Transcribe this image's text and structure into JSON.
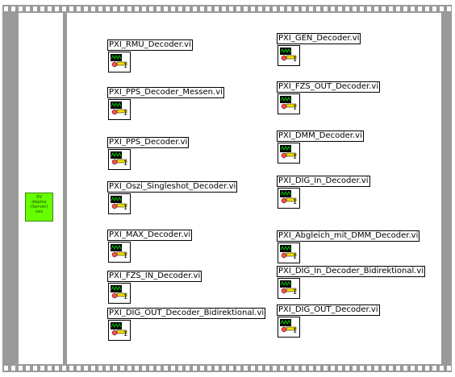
{
  "frame": {
    "sv_node": {
      "line1": "SV",
      "line2": "deploy",
      "line3": "(Server)",
      "line4": "sxs"
    }
  },
  "vis": [
    {
      "label": "PXI_RMU_Decoder.vi",
      "badge": "1"
    },
    {
      "label": "PXI_PPS_Decoder_Messen.vi",
      "badge": "1"
    },
    {
      "label": "PXI_PPS_Decoder.vi",
      "badge": "1"
    },
    {
      "label": "PXI_Oszi_Singleshot_Decoder.vi",
      "badge": "1"
    },
    {
      "label": "PXI_MAX_Decoder.vi",
      "badge": "1"
    },
    {
      "label": "PXI_FZS_IN_Decoder.vi",
      "badge": "1"
    },
    {
      "label": "PXI_DIG_OUT_Decoder_Bidirektional.vi",
      "badge": "1"
    },
    {
      "label": "PXI_GEN_Decoder.vi",
      "badge": "1"
    },
    {
      "label": "PXI_FZS_OUT_Decoder.vi",
      "badge": "1"
    },
    {
      "label": "PXI_DMM_Decoder.vi",
      "badge": "1"
    },
    {
      "label": "PXI_DIG_In_Decoder.vi",
      "badge": "1"
    },
    {
      "label": "PXI_Abgleich_mit_DMM_Decoder.vi",
      "badge": "1"
    },
    {
      "label": "PXI_DIG_In_Decoder_Bidirektional.vi",
      "badge": "1"
    },
    {
      "label": "PXI_DIG_OUT_Decoder.vi",
      "badge": "1"
    }
  ],
  "colors": {
    "sv_node_green": "#66ff00",
    "frame_gray": "#9a9a9a",
    "icon_green": "#00c000"
  }
}
